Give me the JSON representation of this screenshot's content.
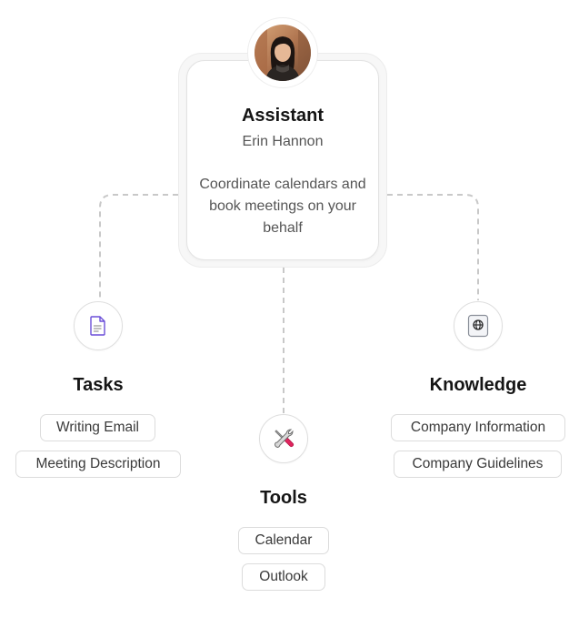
{
  "assistant": {
    "title": "Assistant",
    "name": "Erin Hannon",
    "description": "Coordinate calendars and book meetings on your behalf",
    "avatar_icon": "profile-photo"
  },
  "tasks": {
    "title": "Tasks",
    "icon": "document-icon",
    "items": [
      "Writing Email",
      "Meeting Description"
    ]
  },
  "tools": {
    "title": "Tools",
    "icon": "tools-icon",
    "items": [
      "Calendar",
      "Outlook"
    ]
  },
  "knowledge": {
    "title": "Knowledge",
    "icon": "globe-icon",
    "items": [
      "Company Information",
      "Company Guidelines"
    ]
  },
  "colors": {
    "connector": "#c8c8c8",
    "document_accent": "#6b4fd8",
    "tools_accent": "#e0245e"
  }
}
